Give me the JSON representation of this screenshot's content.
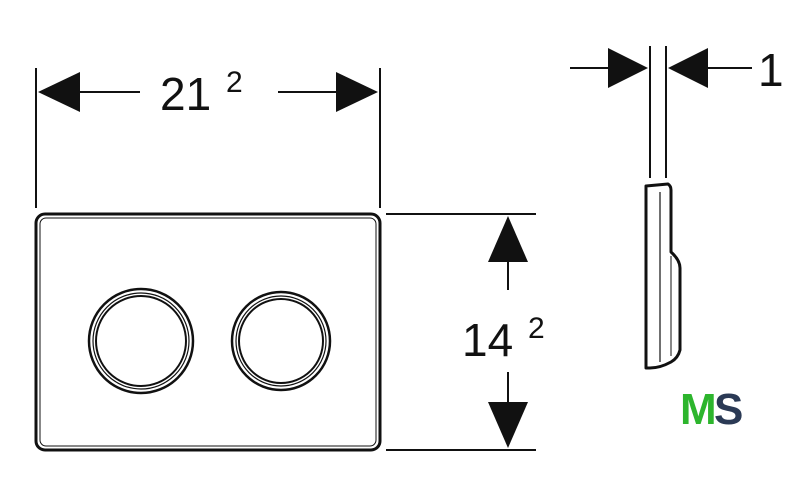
{
  "dimensions": {
    "width": {
      "main": "21",
      "sup": "2"
    },
    "height": {
      "main": "14",
      "sup": "2"
    },
    "depth": {
      "main": "1"
    }
  },
  "logo": {
    "letter_m": "M",
    "letter_s": "S",
    "color_m": "#2db52d",
    "color_s": "#2b3a55"
  },
  "colors": {
    "line": "#111111",
    "plate_fill": "#ffffff"
  }
}
